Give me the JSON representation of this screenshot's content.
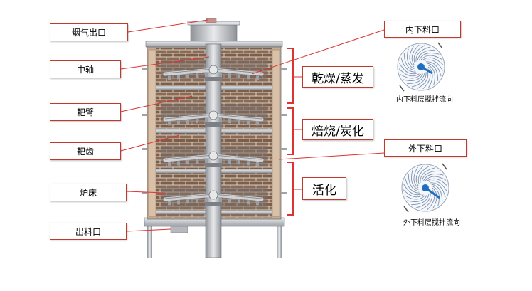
{
  "left_labels": {
    "flue_outlet": "烟气出口",
    "central_shaft": "中轴",
    "rake_arm": "耙臂",
    "rake_teeth": "耙齿",
    "hearth": "炉床",
    "discharge_outlet": "出料口"
  },
  "zones": {
    "drying": "乾燥/蒸发",
    "roasting": "焙烧/炭化",
    "activation": "活化"
  },
  "right_labels": {
    "inner_feed": "内下料口",
    "outer_feed": "外下料口"
  },
  "captions": {
    "inner_flow": "内下料层搅拌流向",
    "outer_flow": "外下料层搅拌流向"
  },
  "colors": {
    "label_border": "#c0392b",
    "brick": "#8a6a52",
    "mortar": "#d8cfc6",
    "steel": "#c9ccd0",
    "dial_blue": "#1f6fc0"
  }
}
